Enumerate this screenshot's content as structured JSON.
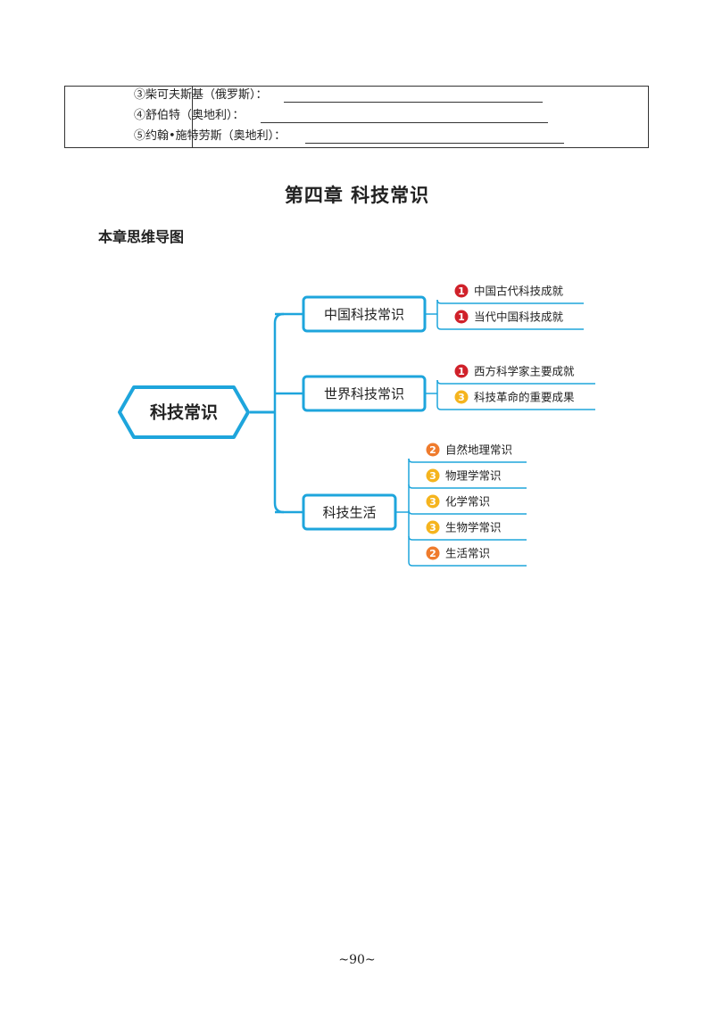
{
  "table": {
    "rows": [
      {
        "text": "③柴可夫斯基（俄罗斯）："
      },
      {
        "text": "④舒伯特（奥地利）："
      },
      {
        "text": "⑤约翰•施特劳斯（奥地利）："
      }
    ]
  },
  "chapter_title": "第四章  科技常识",
  "section_title": "本章思维导图",
  "mindmap": {
    "root": "科技常识",
    "branches": [
      {
        "label": "中国科技常识",
        "children": [
          {
            "badge": "1",
            "label": "中国古代科技成就"
          },
          {
            "badge": "1",
            "label": "当代中国科技成就"
          }
        ]
      },
      {
        "label": "世界科技常识",
        "children": [
          {
            "badge": "1",
            "label": "西方科学家主要成就"
          },
          {
            "badge": "3",
            "label": "科技革命的重要成果"
          }
        ]
      },
      {
        "label": "科技生活",
        "children": [
          {
            "badge": "2",
            "label": "自然地理常识"
          },
          {
            "badge": "3",
            "label": "物理学常识"
          },
          {
            "badge": "3",
            "label": "化学常识"
          },
          {
            "badge": "3",
            "label": "生物学常识"
          },
          {
            "badge": "2",
            "label": "生活常识"
          }
        ]
      }
    ],
    "colors": {
      "line": "#1ea5dc",
      "badge_1": "#d0212a",
      "badge_2": "#ef7b2d",
      "badge_3": "#f5b41e"
    }
  },
  "page_number": "~90~"
}
